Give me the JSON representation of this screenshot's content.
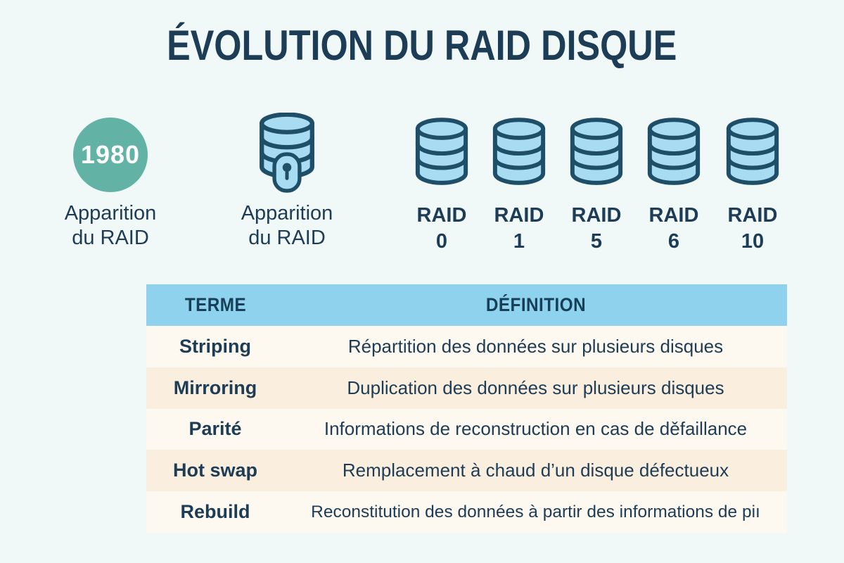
{
  "title": "ÉVOLUTION DU RAID DISQUE",
  "timeline": {
    "milestone": {
      "year": "1980",
      "label_line1": "Apparition",
      "label_line2": "du RAID"
    },
    "secure_storage": {
      "label_line1": "Apparition",
      "label_line2": "du RAID"
    },
    "raid_levels": [
      {
        "name": "RAID",
        "level": "0"
      },
      {
        "name": "RAID",
        "level": "1"
      },
      {
        "name": "RAID",
        "level": "5"
      },
      {
        "name": "RAID",
        "level": "6"
      },
      {
        "name": "RAID",
        "level": "10"
      }
    ]
  },
  "table": {
    "headers": {
      "term": "TERME",
      "definition": "DÉFINITION"
    },
    "rows": [
      {
        "term": "Striping",
        "definition": "Répartition des données sur plusieurs disques"
      },
      {
        "term": "Mirroring",
        "definition": "Duplication des données sur plusieurs disques"
      },
      {
        "term": "Parité",
        "definition": "Informations de reconstruction en cas de děfaillance"
      },
      {
        "term": "Hot swap",
        "definition": "Remplacement à chaud d’un disque défectueux"
      },
      {
        "term": "Rebuild",
        "definition": "Reconstitution des données à partir des informations de piı"
      }
    ]
  },
  "colors": {
    "page_bg": "#f1f8f8",
    "text_navy": "#1d3c55",
    "milestone_teal": "#62b2a6",
    "icon_fill": "#a7dcf3",
    "icon_stroke": "#1f4e68",
    "table_header_bg": "#8ed2ee",
    "row_cream": "#fdf9f1",
    "row_peach": "#faeede"
  }
}
